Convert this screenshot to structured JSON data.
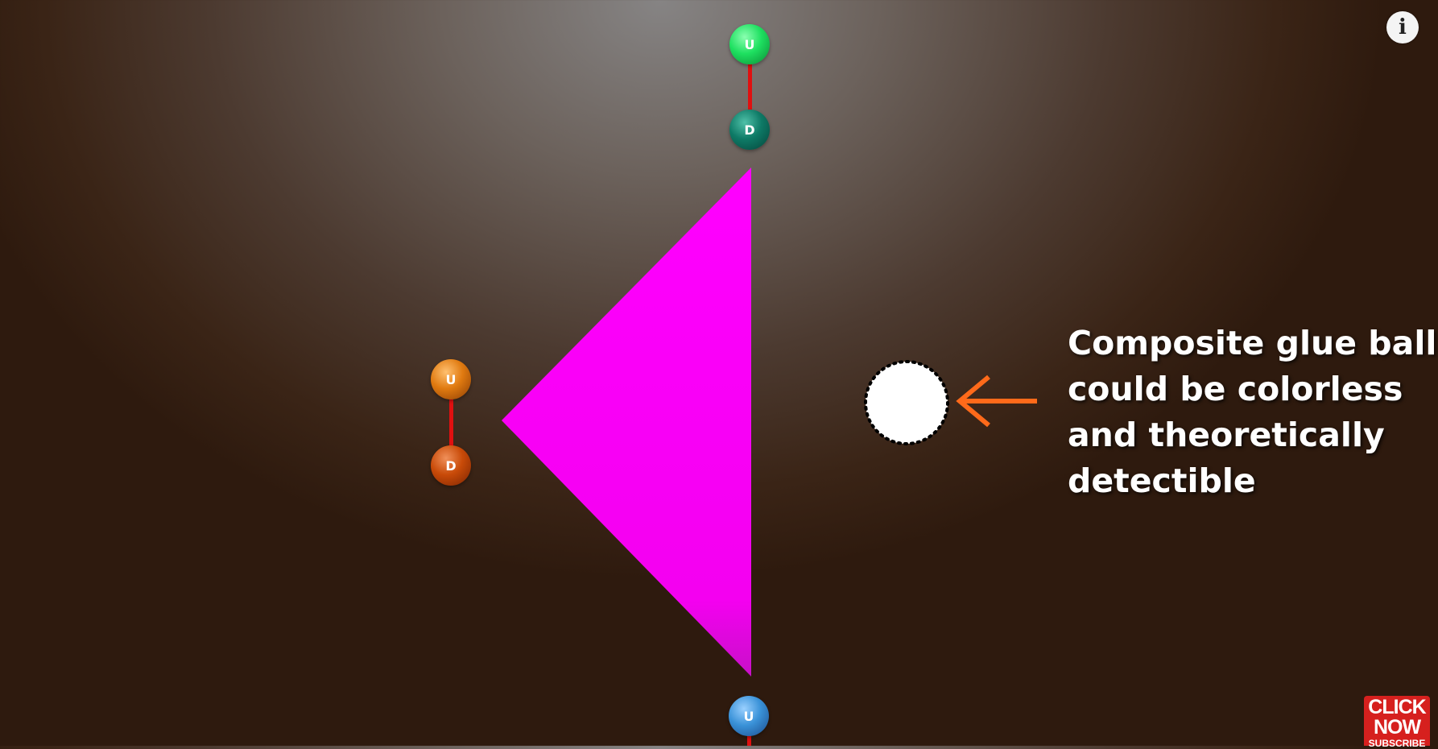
{
  "colors": {
    "triangle": "#ff00ff",
    "bond": "#e01010",
    "arrow": "#ff6a1a",
    "glueball": "#ffffff",
    "caption": "#ffffff"
  },
  "quarks": {
    "top_up": {
      "label": "U",
      "color": "#1ee060"
    },
    "top_down": {
      "label": "D",
      "color": "#0e7a66"
    },
    "left_up": {
      "label": "U",
      "color": "#e07a10"
    },
    "left_down": {
      "label": "D",
      "color": "#c84a08"
    },
    "bottom_up": {
      "label": "U",
      "color": "#3a92d8"
    }
  },
  "caption": {
    "line1": "Composite glue ball",
    "line2": "could be colorless",
    "line3": "and theoretically",
    "line4": "detectible"
  },
  "info_button": {
    "icon": "info-icon",
    "label": "i"
  },
  "subscribe_badge": {
    "line1": "CLICK",
    "line2": "NOW",
    "line3": "SUBSCRIBE"
  }
}
